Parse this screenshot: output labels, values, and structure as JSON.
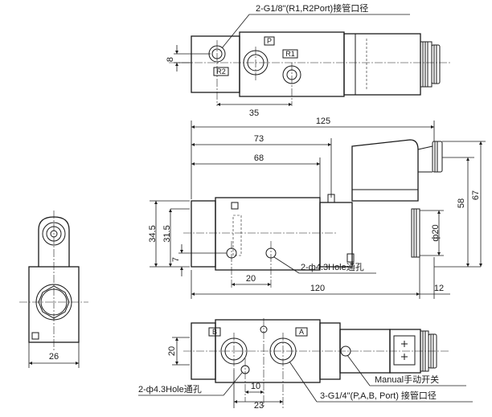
{
  "annotations": {
    "top_ports_note": "2-G1/8\"(R1,R2Port)接管口径",
    "mount_hole_note_front": "2-ф4.3Hole通孔",
    "mount_hole_note_bottom": "2-ф4.3Hole通孔",
    "manual_note": "Manual手动开关",
    "main_ports_note": "3-G1/4\"(P,A,B, Port) 接管口径"
  },
  "port_labels": {
    "p": "P",
    "r1": "R1",
    "r2": "R2",
    "a": "A",
    "b": "B"
  },
  "dimensions": {
    "d8": "8",
    "d35": "35",
    "d125": "125",
    "d73": "73",
    "d68": "68",
    "d34_5": "34.5",
    "d31_5": "31.5",
    "d7": "7",
    "d20_front": "20",
    "d120": "120",
    "d12": "12",
    "phi20": "ф20",
    "d58": "58",
    "d67": "67",
    "d26": "26",
    "d20_bottom": "20",
    "d10": "10",
    "d23": "23"
  }
}
